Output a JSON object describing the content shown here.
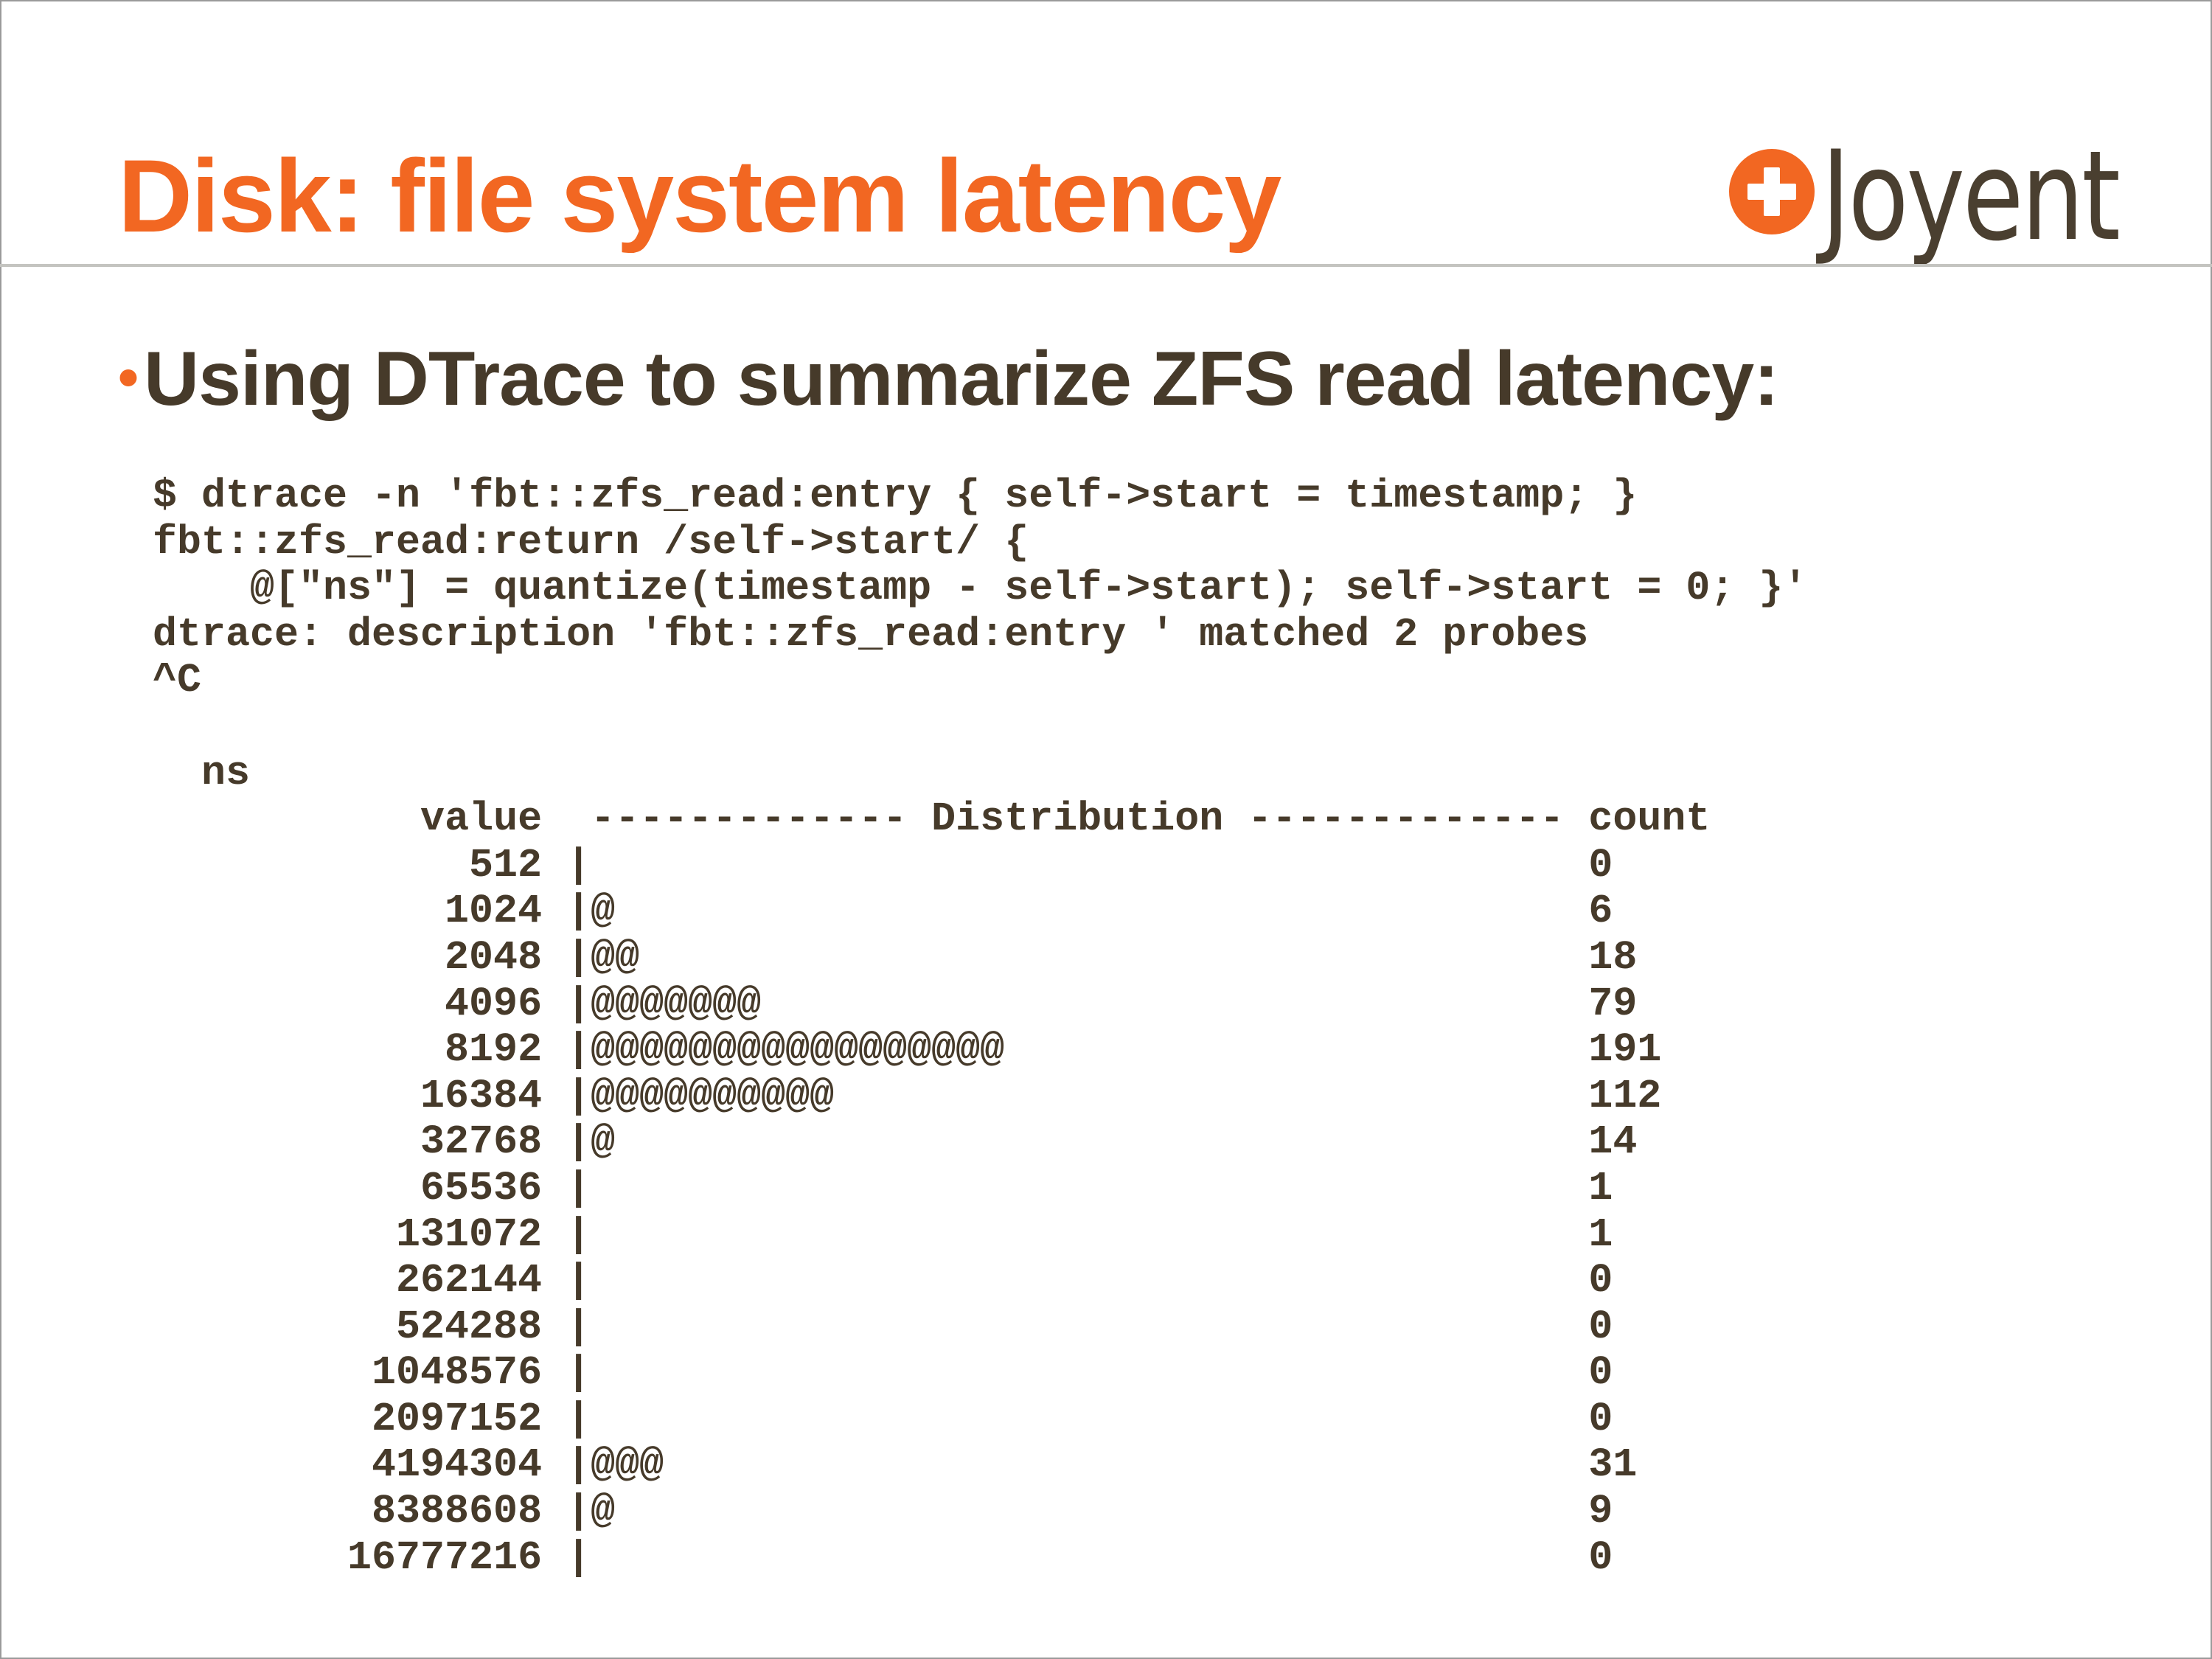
{
  "slide": {
    "title": "Disk: file system latency",
    "logo_text": "Joyent",
    "bullet": "Using DTrace to summarize ZFS read latency:"
  },
  "terminal": {
    "lines": [
      "$ dtrace -n 'fbt::zfs_read:entry { self->start = timestamp; }",
      "fbt::zfs_read:return /self->start/ {",
      "    @[\"ns\"] = quantize(timestamp - self->start); self->start = 0; }'",
      "dtrace: description 'fbt::zfs_read:entry ' matched 2 probes",
      "^C",
      "",
      "  ns"
    ],
    "histogram_header": "           value  ------------- Distribution ------------- count",
    "histogram_rows": [
      {
        "value": "512",
        "bar": "",
        "count": "0"
      },
      {
        "value": "1024",
        "bar": "@",
        "count": "6"
      },
      {
        "value": "2048",
        "bar": "@@",
        "count": "18"
      },
      {
        "value": "4096",
        "bar": "@@@@@@@",
        "count": "79"
      },
      {
        "value": "8192",
        "bar": "@@@@@@@@@@@@@@@@@",
        "count": "191"
      },
      {
        "value": "16384",
        "bar": "@@@@@@@@@@",
        "count": "112"
      },
      {
        "value": "32768",
        "bar": "@",
        "count": "14"
      },
      {
        "value": "65536",
        "bar": "",
        "count": "1"
      },
      {
        "value": "131072",
        "bar": "",
        "count": "1"
      },
      {
        "value": "262144",
        "bar": "",
        "count": "0"
      },
      {
        "value": "524288",
        "bar": "",
        "count": "0"
      },
      {
        "value": "1048576",
        "bar": "",
        "count": "0"
      },
      {
        "value": "2097152",
        "bar": "",
        "count": "0"
      },
      {
        "value": "4194304",
        "bar": "@@@",
        "count": "31"
      },
      {
        "value": "8388608",
        "bar": "@",
        "count": "9"
      },
      {
        "value": "16777216",
        "bar": "",
        "count": "0"
      }
    ]
  }
}
